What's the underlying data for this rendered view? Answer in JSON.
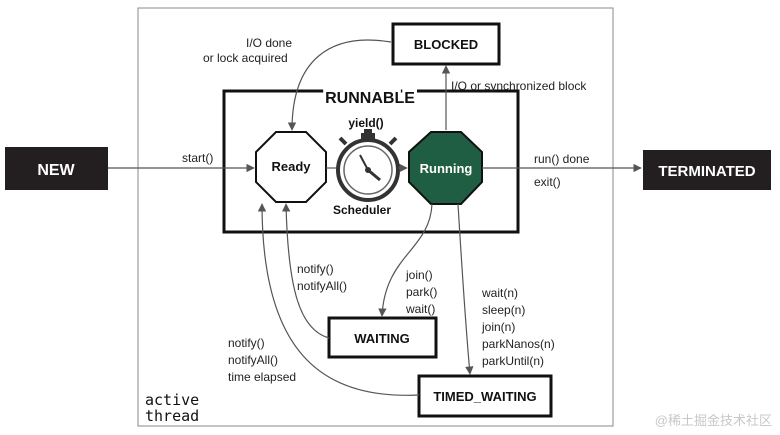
{
  "colors": {
    "dark_box": "#231f20",
    "running_fill": "#1f5e43",
    "line": "#555555",
    "text": "#222222"
  },
  "states": {
    "new": "NEW",
    "terminated": "TERMINATED",
    "blocked": "BLOCKED",
    "runnable": "RUNNABLE",
    "ready": "Ready",
    "running": "Running",
    "waiting": "WAITING",
    "timed_waiting": "TIMED_WAITING"
  },
  "scheduler": {
    "label": "Scheduler",
    "yield": "yield()",
    "icon": "stopwatch-icon"
  },
  "transitions": {
    "start": "start()",
    "io_done": [
      "I/O done",
      "or lock acquired"
    ],
    "io_sync": "I/O or synchronized block",
    "run_done": "run() done",
    "exit": "exit()",
    "notify_waiting": [
      "notify()",
      "notifyAll()"
    ],
    "join_park_wait": [
      "join()",
      "park()",
      "wait()"
    ],
    "timed_calls": [
      "wait(n)",
      "sleep(n)",
      "join(n)",
      "parkNanos(n)",
      "parkUntil(n)"
    ],
    "notify_timed": [
      "notify()",
      "notifyAll()",
      "time elapsed"
    ]
  },
  "region_label": [
    "active",
    "thread"
  ],
  "watermark": "@稀土掘金技术社区"
}
